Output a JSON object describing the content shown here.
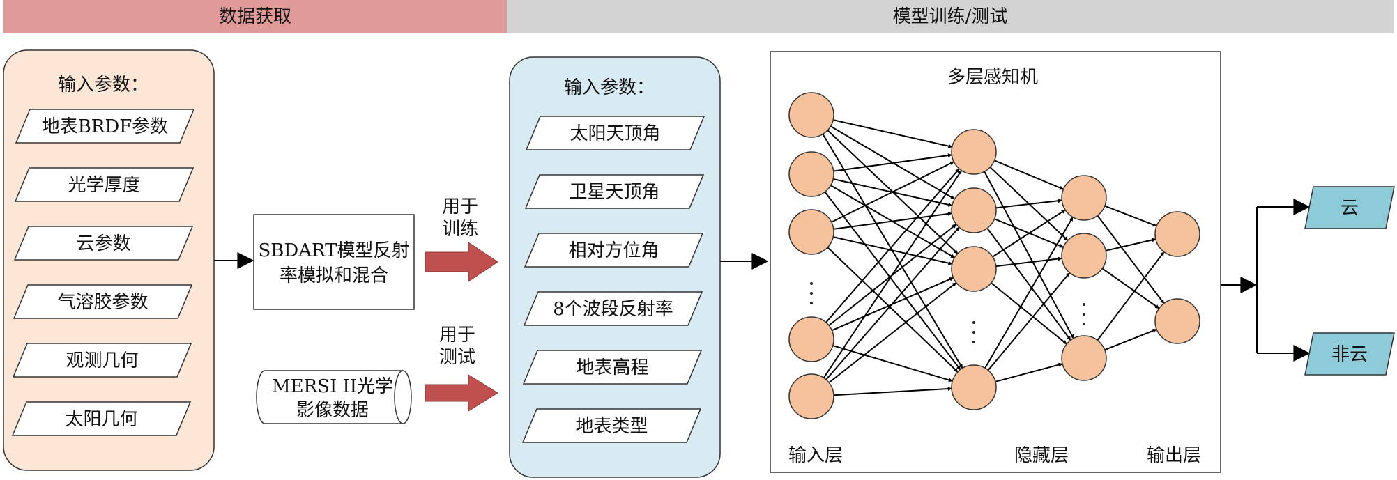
{
  "header": {
    "left_label": "数据获取",
    "right_label": "模型训练/测试"
  },
  "left_panel": {
    "title": "输入参数：",
    "items": [
      "地表BRDF参数",
      "光学厚度",
      "云参数",
      "气溶胶参数",
      "观测几何",
      "太阳几何"
    ]
  },
  "sbdart_box": {
    "line1": "SBDART模型反射",
    "line2": "率模拟和混合"
  },
  "mersi_box": {
    "line1": "MERSI II光学",
    "line2": "影像数据"
  },
  "train_arrow": {
    "line1": "用于",
    "line2": "训练"
  },
  "test_arrow": {
    "line1": "用于",
    "line2": "测试"
  },
  "mid_panel": {
    "title": "输入参数：",
    "items": [
      "太阳天顶角",
      "卫星天顶角",
      "相对方位角",
      "8个波段反射率",
      "地表高程",
      "地表类型"
    ]
  },
  "mlp": {
    "title": "多层感知机",
    "input_label": "输入层",
    "hidden_label": "隐藏层",
    "output_label": "输出层",
    "dots": "·"
  },
  "outputs": {
    "cloud": "云",
    "noncloud": "非云"
  },
  "colors": {
    "header_left": "#e09a98",
    "header_right": "#d3d3d3",
    "left_panel_fill": "#fce6d6",
    "mid_panel_fill": "#d8ebf3",
    "node_fill": "#f6c29c",
    "output_fill": "#8ecbd9",
    "red_arrow": "#c0504d"
  }
}
